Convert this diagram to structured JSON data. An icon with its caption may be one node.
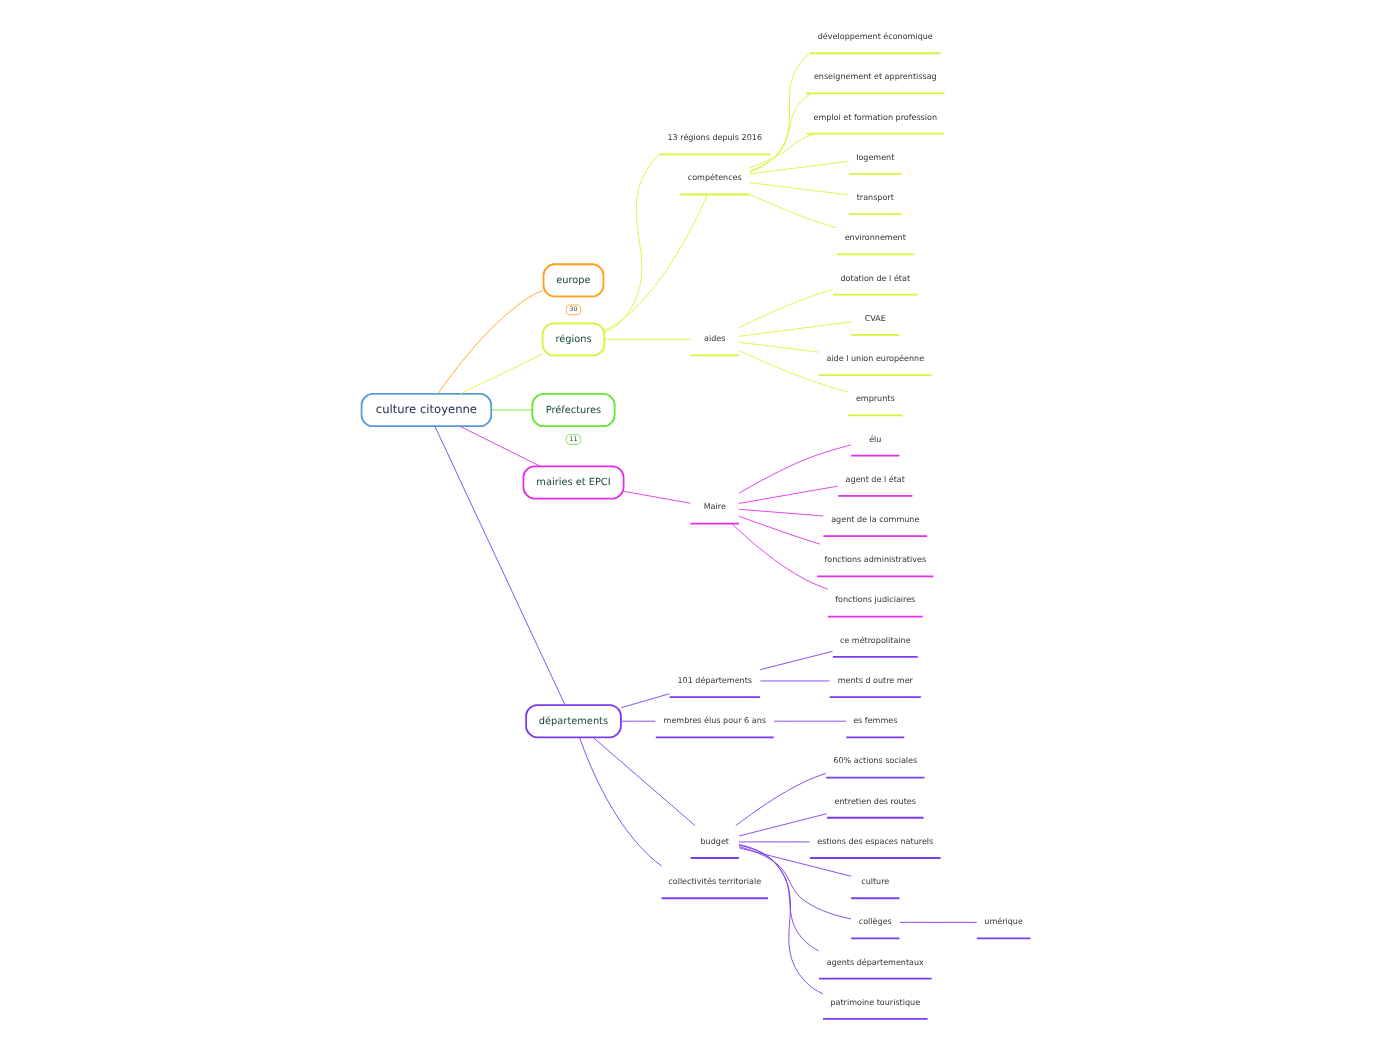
{
  "diagram": {
    "nodes": [
      {
        "text": [
          "culture citoyenne"
        ]
      },
      {
        "text": [
          "europe"
        ],
        "beside": [
          "30"
        ]
      },
      {
        "text": [
          "régions"
        ]
      },
      {
        "text": [
          "13 régions depuis 2016"
        ]
      },
      {
        "text": [
          "compétences"
        ]
      },
      {
        "text": [
          "développement économique"
        ]
      },
      {
        "text": [
          "enseignement et apprentissag"
        ]
      },
      {
        "text": [
          "emploi et formation profession"
        ]
      },
      {
        "text": [
          "logement"
        ]
      },
      {
        "text": [
          "transport"
        ]
      },
      {
        "text": [
          "environnement"
        ]
      },
      {
        "text": [
          "aides"
        ]
      },
      {
        "text": [
          "dotation de l état"
        ]
      },
      {
        "text": [
          "CVAE"
        ]
      },
      {
        "text": [
          "aide l union européenne"
        ]
      },
      {
        "text": [
          "emprunts"
        ]
      },
      {
        "text": [
          "Préfectures"
        ],
        "beside": [
          "11"
        ]
      },
      {
        "text": [
          "mairies et EPCI"
        ]
      },
      {
        "text": [
          "Maire"
        ]
      },
      {
        "text": [
          "élu"
        ]
      },
      {
        "text": [
          "agent de l état"
        ]
      },
      {
        "text": [
          "agent de la commune"
        ]
      },
      {
        "text": [
          "fonctions administratives"
        ]
      },
      {
        "text": [
          "fonctions judiciaires"
        ]
      },
      {
        "text": [
          "départements"
        ]
      },
      {
        "text": [
          "101 départements"
        ]
      },
      {
        "text": [
          "ce métropolitaine"
        ]
      },
      {
        "text": [
          "ments d outre mer"
        ]
      },
      {
        "text": [
          "membres élus pour 6 ans"
        ]
      },
      {
        "text": [
          "es femmes"
        ]
      },
      {
        "text": [
          "budget"
        ]
      },
      {
        "text": [
          "60% actions sociales"
        ]
      },
      {
        "text": [
          "entretien des routes"
        ]
      },
      {
        "text": [
          "estions des espaces naturels"
        ]
      },
      {
        "text": [
          "culture"
        ]
      },
      {
        "text": [
          "collèges"
        ]
      },
      {
        "text": [
          "umérique"
        ]
      },
      {
        "text": [
          "agents départementaux"
        ]
      },
      {
        "text": [
          "patrimoine touristique"
        ]
      },
      {
        "text": [
          "collectivités territoriale"
        ]
      }
    ],
    "edges": [
      {
        "from": 0,
        "to": 1,
        "arrow": "none",
        "color": "#ff9f1a"
      },
      {
        "from": 0,
        "to": 2,
        "arrow": "none",
        "color": "#d4f53c"
      },
      {
        "from": 2,
        "to": 3,
        "arrow": "none",
        "color": "#d4f53c"
      },
      {
        "from": 2,
        "to": 4,
        "arrow": "none",
        "color": "#d4f53c"
      },
      {
        "from": 4,
        "to": 5,
        "arrow": "none",
        "color": "#d4f53c"
      },
      {
        "from": 4,
        "to": 6,
        "arrow": "none",
        "color": "#d4f53c"
      },
      {
        "from": 4,
        "to": 7,
        "arrow": "none",
        "color": "#d4f53c"
      },
      {
        "from": 4,
        "to": 8,
        "arrow": "none",
        "color": "#d4f53c"
      },
      {
        "from": 4,
        "to": 9,
        "arrow": "none",
        "color": "#d4f53c"
      },
      {
        "from": 4,
        "to": 10,
        "arrow": "none",
        "color": "#d4f53c"
      },
      {
        "from": 2,
        "to": 11,
        "arrow": "none",
        "color": "#d4f53c"
      },
      {
        "from": 11,
        "to": 12,
        "arrow": "none",
        "color": "#d4f53c"
      },
      {
        "from": 11,
        "to": 13,
        "arrow": "none",
        "color": "#d4f53c"
      },
      {
        "from": 11,
        "to": 14,
        "arrow": "none",
        "color": "#d4f53c"
      },
      {
        "from": 11,
        "to": 15,
        "arrow": "none",
        "color": "#d4f53c"
      },
      {
        "from": 0,
        "to": 16,
        "arrow": "none",
        "color": "#66e62e"
      },
      {
        "from": 0,
        "to": 17,
        "arrow": "none",
        "color": "#e62ee6"
      },
      {
        "from": 17,
        "to": 18,
        "arrow": "none",
        "color": "#e62ee6"
      },
      {
        "from": 18,
        "to": 19,
        "arrow": "none",
        "color": "#e62ee6"
      },
      {
        "from": 18,
        "to": 20,
        "arrow": "none",
        "color": "#e62ee6"
      },
      {
        "from": 18,
        "to": 21,
        "arrow": "none",
        "color": "#e62ee6"
      },
      {
        "from": 18,
        "to": 22,
        "arrow": "none",
        "color": "#e62ee6"
      },
      {
        "from": 18,
        "to": 23,
        "arrow": "none",
        "color": "#e62ee6"
      },
      {
        "from": 0,
        "to": 24,
        "arrow": "none"
      },
      {
        "from": 24,
        "to": 25,
        "arrow": "none"
      },
      {
        "from": 25,
        "to": 26,
        "arrow": "none"
      },
      {
        "from": 25,
        "to": 27,
        "arrow": "none"
      },
      {
        "from": 24,
        "to": 28,
        "arrow": "none"
      },
      {
        "from": 28,
        "to": 29,
        "arrow": "none"
      },
      {
        "from": 24,
        "to": 30,
        "arrow": "none"
      },
      {
        "from": 30,
        "to": 31,
        "arrow": "none"
      },
      {
        "from": 30,
        "to": 32,
        "arrow": "none"
      },
      {
        "from": 30,
        "to": 33,
        "arrow": "none"
      },
      {
        "from": 30,
        "to": 34,
        "arrow": "none"
      },
      {
        "from": 30,
        "to": 35,
        "arrow": "none"
      },
      {
        "from": 35,
        "to": 36,
        "arrow": "none"
      },
      {
        "from": 30,
        "to": 37,
        "arrow": "none"
      },
      {
        "from": 30,
        "to": 38,
        "arrow": "none"
      },
      {
        "from": 24,
        "to": 39,
        "arrow": "none"
      }
    ]
  }
}
